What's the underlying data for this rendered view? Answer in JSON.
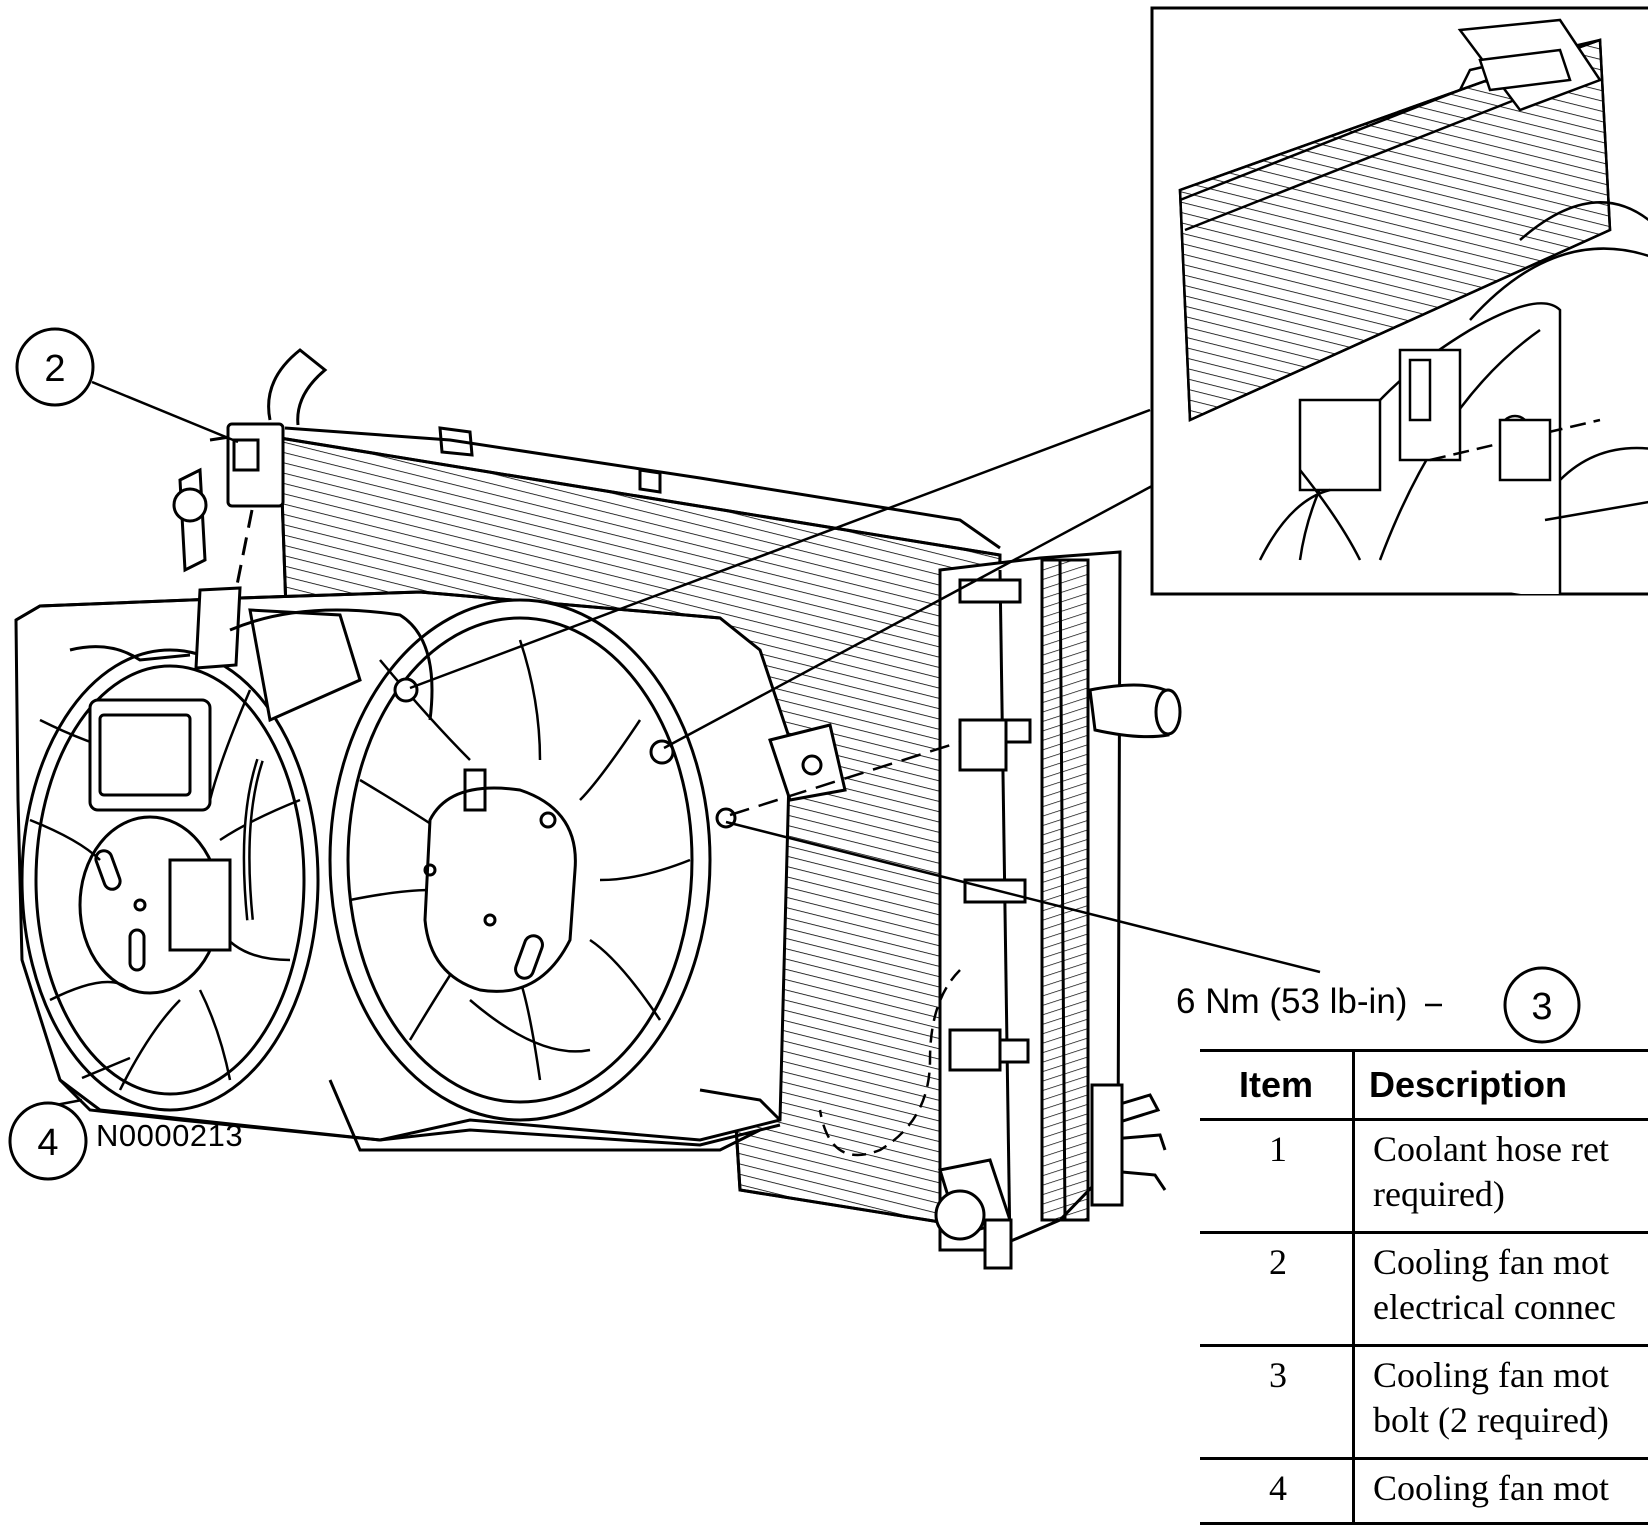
{
  "callouts": [
    "2",
    "3",
    "4"
  ],
  "torque_spec": "6 Nm (53 lb-in)",
  "figure_id": "N0000213",
  "legend": {
    "headers": [
      "Item",
      "Description"
    ],
    "rows": [
      {
        "item": "1",
        "line1": "Coolant hose ret",
        "line2": "required)"
      },
      {
        "item": "2",
        "line1": "Cooling fan mot",
        "line2": "electrical connec"
      },
      {
        "item": "3",
        "line1": "Cooling fan mot",
        "line2": "bolt (2 required)"
      },
      {
        "item": "4",
        "line1": "Cooling fan mot",
        "line2": ""
      }
    ]
  }
}
